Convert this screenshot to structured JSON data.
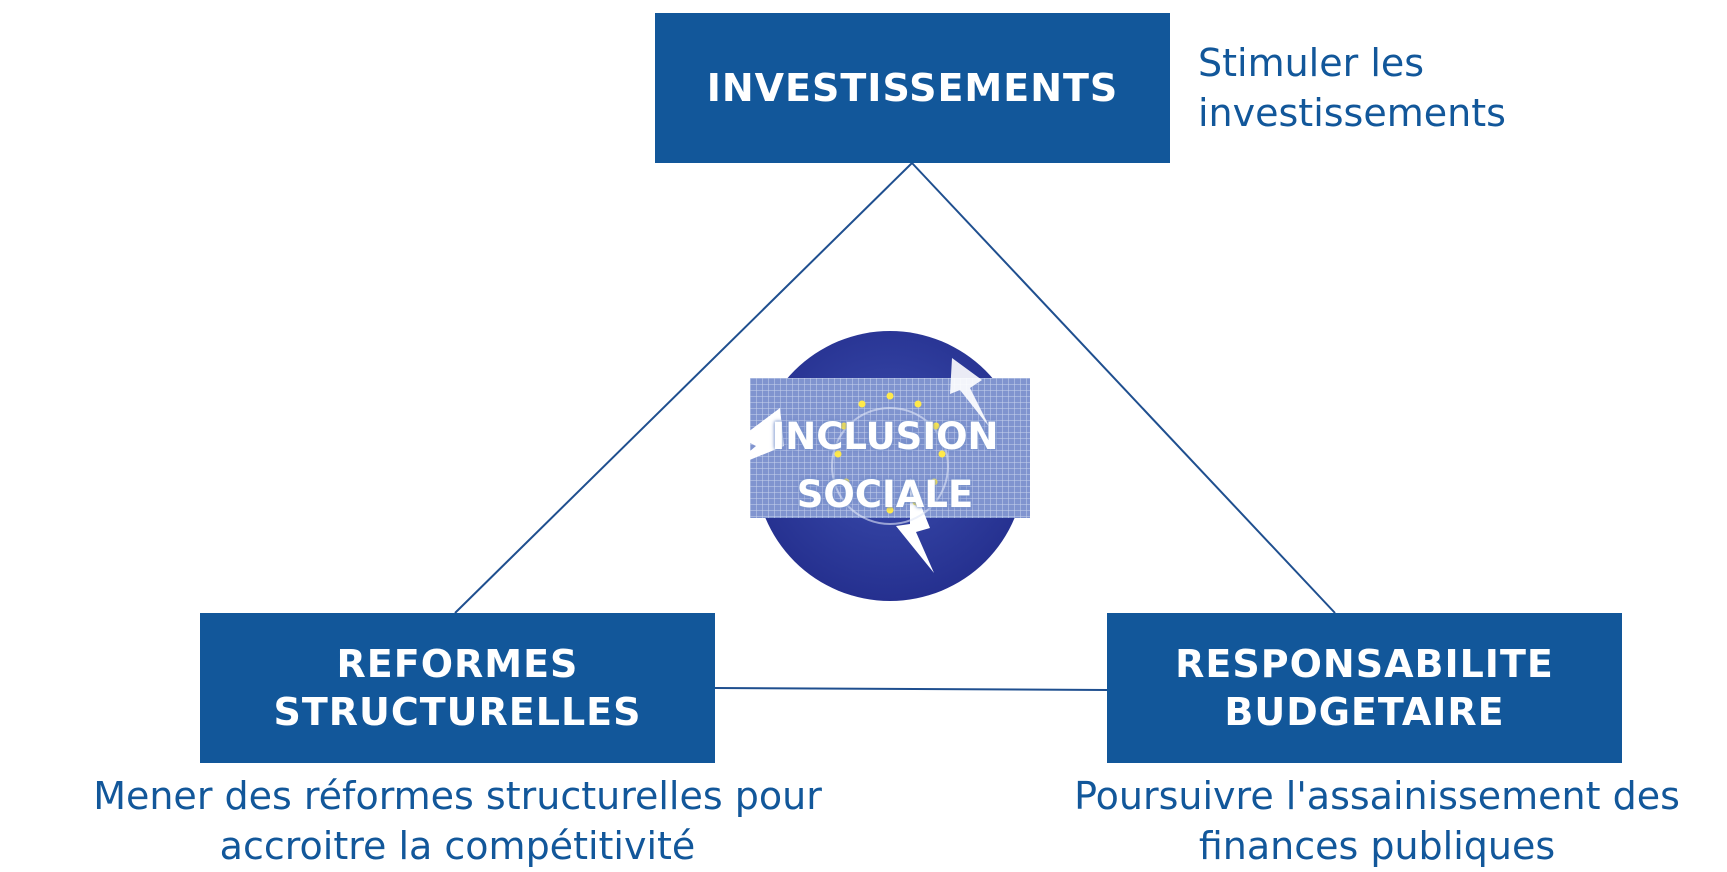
{
  "pillars": {
    "investissements": {
      "title": "INVESTISSEMENTS",
      "caption_lines": [
        "Stimuler les",
        "investissements"
      ]
    },
    "reformes": {
      "title_lines": [
        "REFORMES",
        "STRUCTURELLES"
      ],
      "caption_lines": [
        "Mener des réformes structurelles pour",
        "accroitre la compétitivité"
      ]
    },
    "budget": {
      "title_lines": [
        "RESPONSABILITE",
        "BUDGETAIRE"
      ],
      "caption_lines": [
        "Poursuivre l'assainissement des",
        "finances publiques"
      ]
    }
  },
  "center": {
    "label_lines": [
      "INCLUSION",
      "SOCIALE"
    ],
    "icon": "eu-circular-arrows-icon"
  },
  "colors": {
    "box_fill": "#12579a",
    "text_blue": "#12579a",
    "line": "#1f4f8f",
    "emblem_dark": "#2a3496",
    "emblem_band": "#7d92d0",
    "star": "#ffe94a"
  }
}
